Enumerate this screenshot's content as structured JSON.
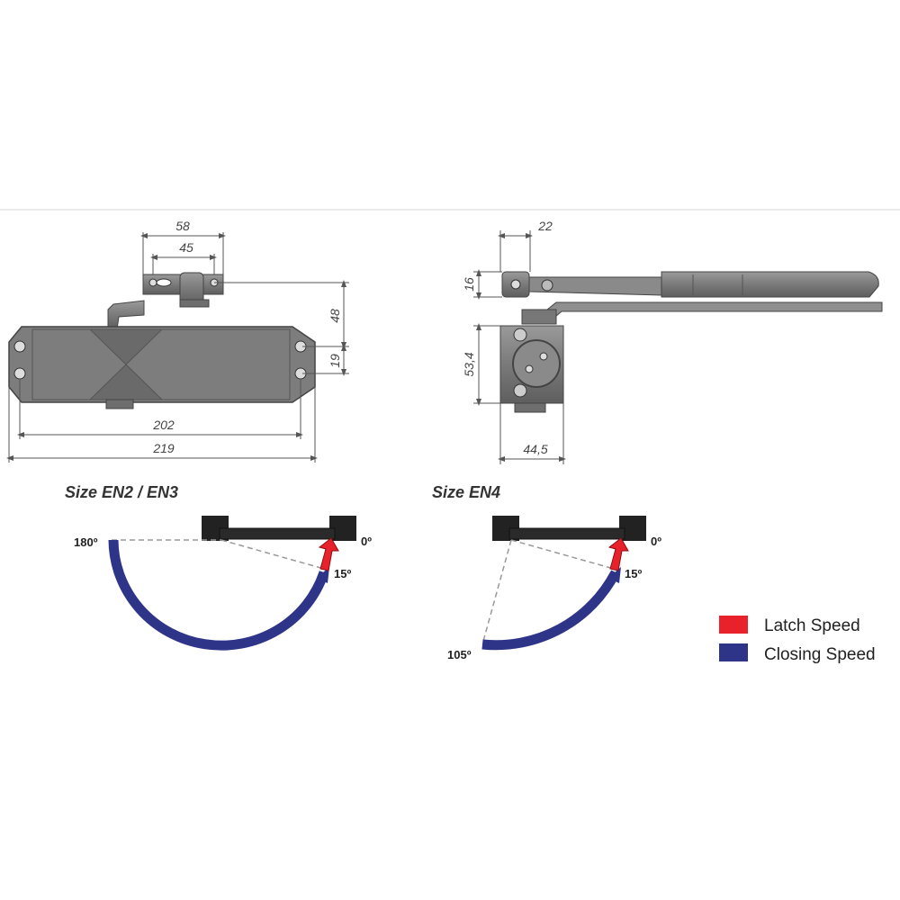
{
  "diagram": {
    "front_view": {
      "dimensions": {
        "width_58": "58",
        "width_45": "45",
        "height_48": "48",
        "height_19": "19",
        "length_202": "202",
        "length_219": "219"
      }
    },
    "side_view": {
      "dimensions": {
        "width_22": "22",
        "height_16": "16",
        "height_53": "53,4",
        "width_44": "44,5"
      }
    }
  },
  "opening_diagrams": [
    {
      "title": "Size EN2 / EN3",
      "angle_max": "180º",
      "angle_latch": "15º",
      "angle_closed": "0º"
    },
    {
      "title": "Size EN4",
      "angle_max": "105º",
      "angle_latch": "15º",
      "angle_closed": "0º"
    }
  ],
  "legend": [
    {
      "label": "Latch Speed",
      "color": "#e8212b"
    },
    {
      "label": "Closing Speed",
      "color": "#2e3588"
    }
  ],
  "colors": {
    "latch": "#e8212b",
    "closing": "#2e3588",
    "body": "#7d7d7d"
  }
}
